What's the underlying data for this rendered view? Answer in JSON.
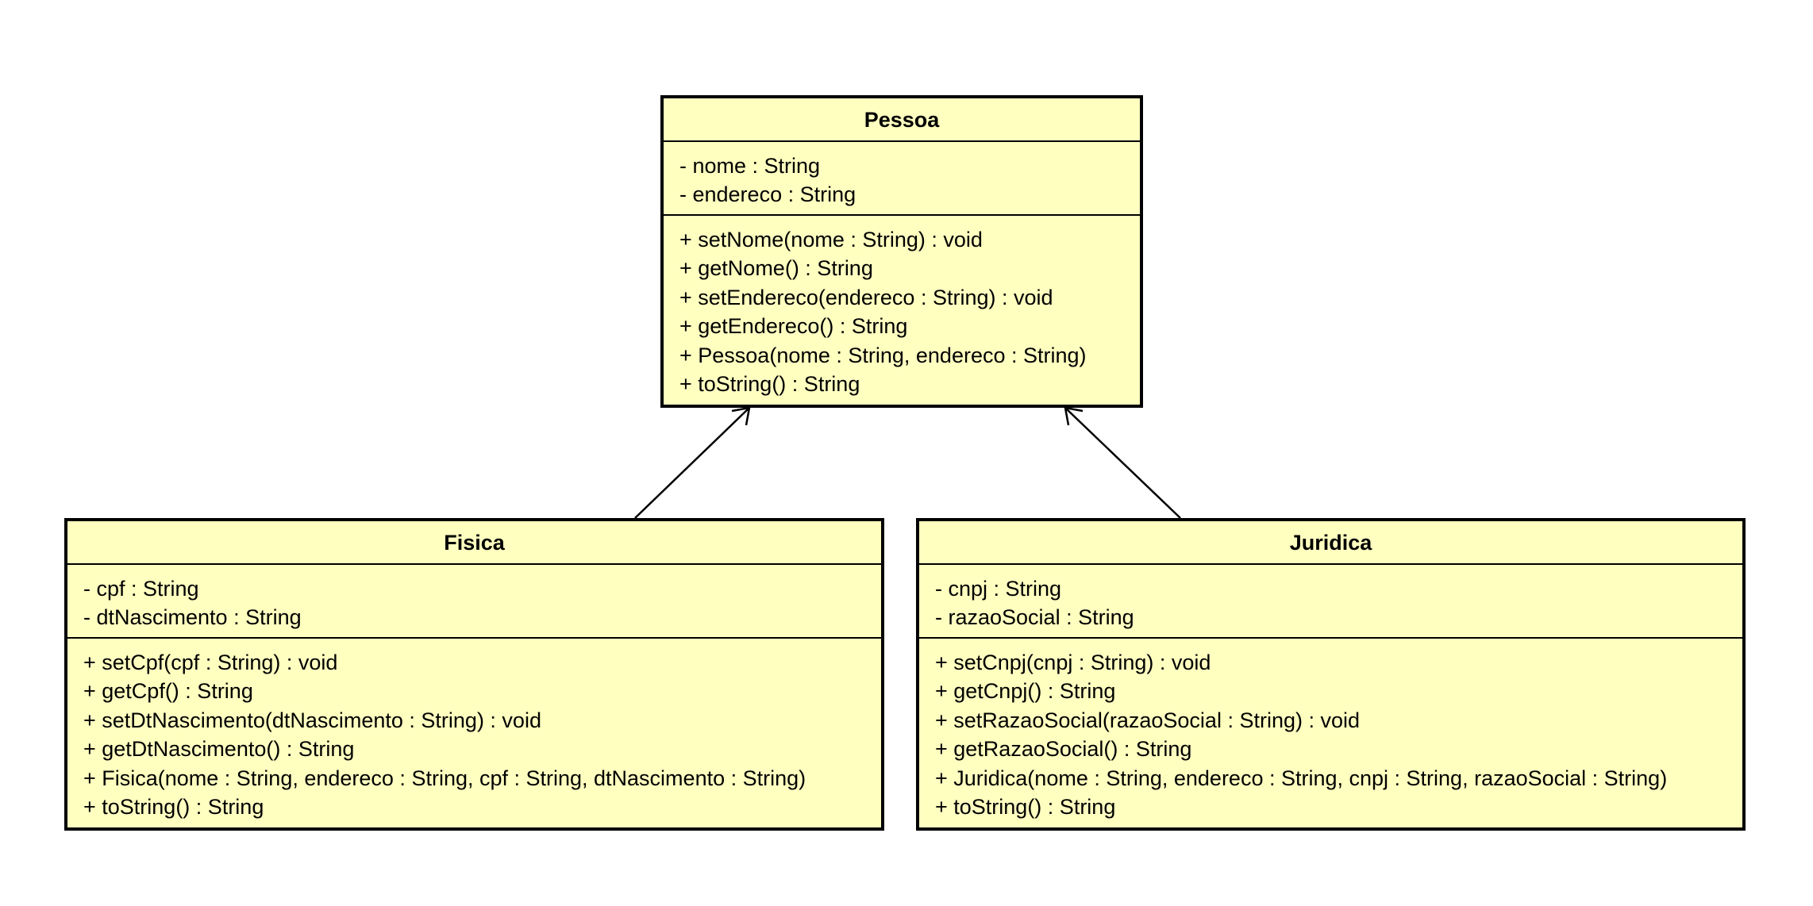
{
  "classes": [
    {
      "name": "Pessoa",
      "attributes": [
        "- nome : String",
        "- endereco : String"
      ],
      "methods": [
        "+ setNome(nome : String) : void",
        "+ getNome() : String",
        "+ setEndereco(endereco : String) : void",
        "+ getEndereco() : String",
        "+ Pessoa(nome : String, endereco : String)",
        "+ toString() : String"
      ]
    },
    {
      "name": "Fisica",
      "attributes": [
        "- cpf : String",
        "- dtNascimento : String"
      ],
      "methods": [
        "+ setCpf(cpf : String) : void",
        "+ getCpf() : String",
        "+ setDtNascimento(dtNascimento : String) : void",
        "+ getDtNascimento() : String",
        "+ Fisica(nome : String, endereco : String, cpf : String, dtNascimento : String)",
        "+ toString() : String"
      ]
    },
    {
      "name": "Juridica",
      "attributes": [
        "- cnpj : String",
        "- razaoSocial : String"
      ],
      "methods": [
        "+ setCnpj(cnpj : String) : void",
        "+ getCnpj() : String",
        "+ setRazaoSocial(razaoSocial : String) : void",
        "+ getRazaoSocial() : String",
        "+ Juridica(nome : String, endereco : String, cnpj : String, razaoSocial : String)",
        "+ toString() : String"
      ]
    }
  ],
  "colors": {
    "class_fill": "#ffffc0",
    "border": "#000000"
  }
}
